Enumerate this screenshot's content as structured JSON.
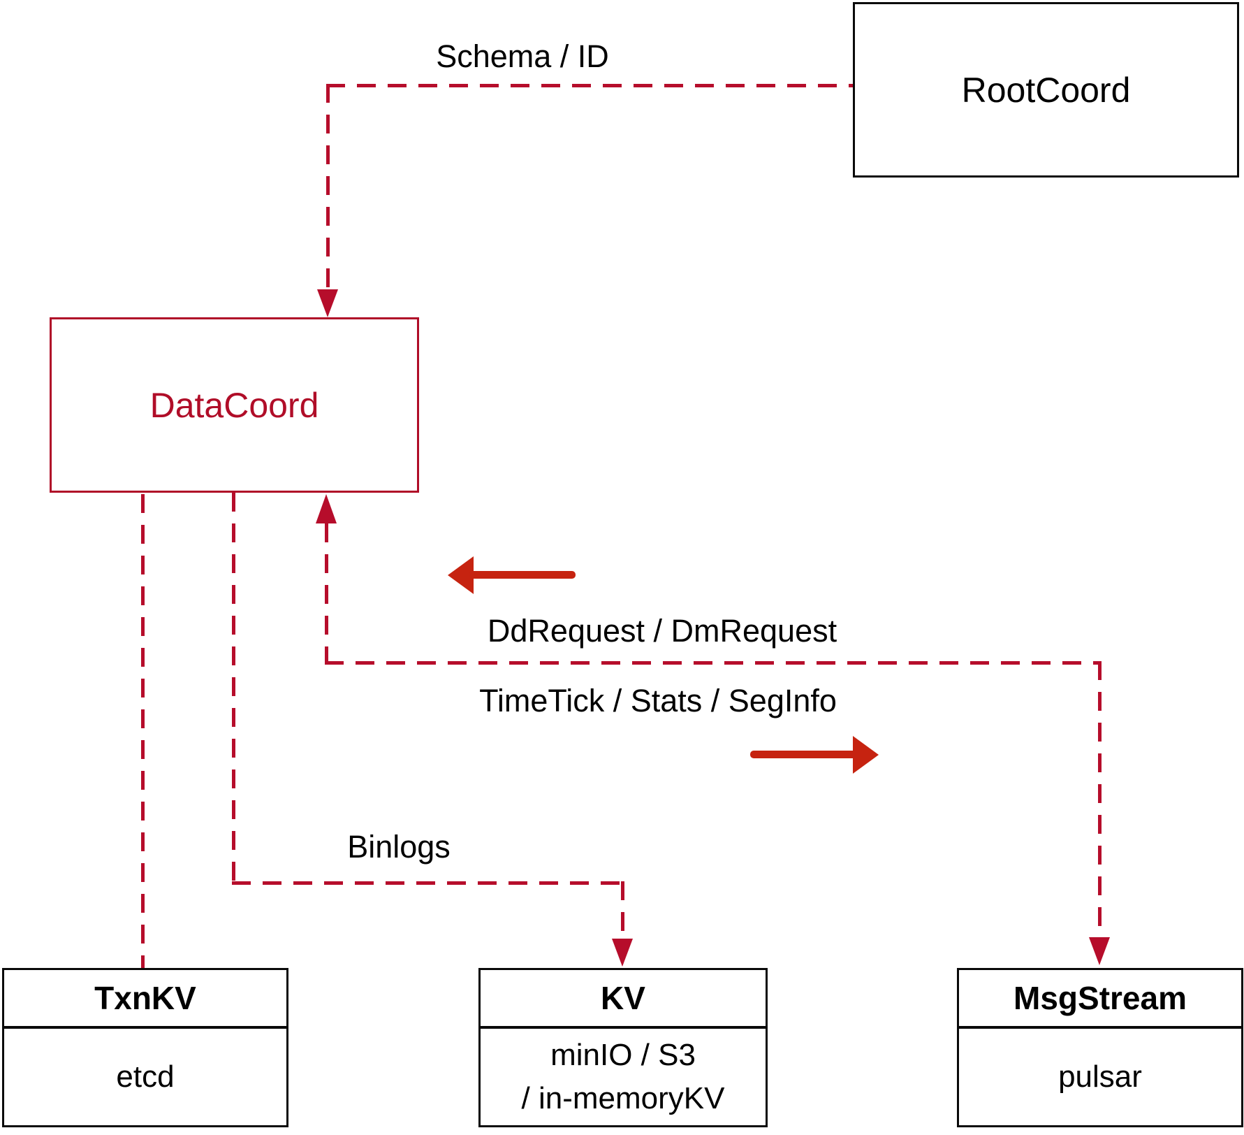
{
  "colors": {
    "dashed_line_red": "#b60d2b",
    "datacoord_red": "#b00d28",
    "solid_arrow_red": "#c62310",
    "box_border_black": "#0a0a0a",
    "background": "#ffffff"
  },
  "icons": {
    "arrow_down": "css-triangle-down",
    "arrow_up": "css-triangle-up",
    "arrow_left": "css-triangle-left",
    "arrow_right": "css-triangle-right"
  },
  "nodes": {
    "rootcoord": {
      "label": "RootCoord"
    },
    "datacoord": {
      "label": "DataCoord"
    },
    "txnkv": {
      "title": "TxnKV",
      "impl": "etcd"
    },
    "kv": {
      "title": "KV",
      "impl_line1": "minIO / S3",
      "impl_line2": "/ in-memoryKV"
    },
    "msgstream": {
      "title": "MsgStream",
      "impl": "pulsar"
    }
  },
  "edges": {
    "schema_id": {
      "label": "Schema / ID",
      "from": "RootCoord",
      "to": "DataCoord",
      "style": "dashed"
    },
    "dd_dm": {
      "label": "DdRequest / DmRequest",
      "from": "MsgStream side",
      "to": "DataCoord",
      "style": "dashed"
    },
    "timetick": {
      "label": "TimeTick / Stats / SegInfo",
      "from": "DataCoord",
      "to": "MsgStream",
      "style": "dashed"
    },
    "binlogs": {
      "label": "Binlogs",
      "from": "DataCoord",
      "to": "KV",
      "style": "dashed"
    },
    "txnkv_link": {
      "label": "",
      "from": "DataCoord",
      "to": "TxnKV",
      "style": "dashed"
    }
  }
}
